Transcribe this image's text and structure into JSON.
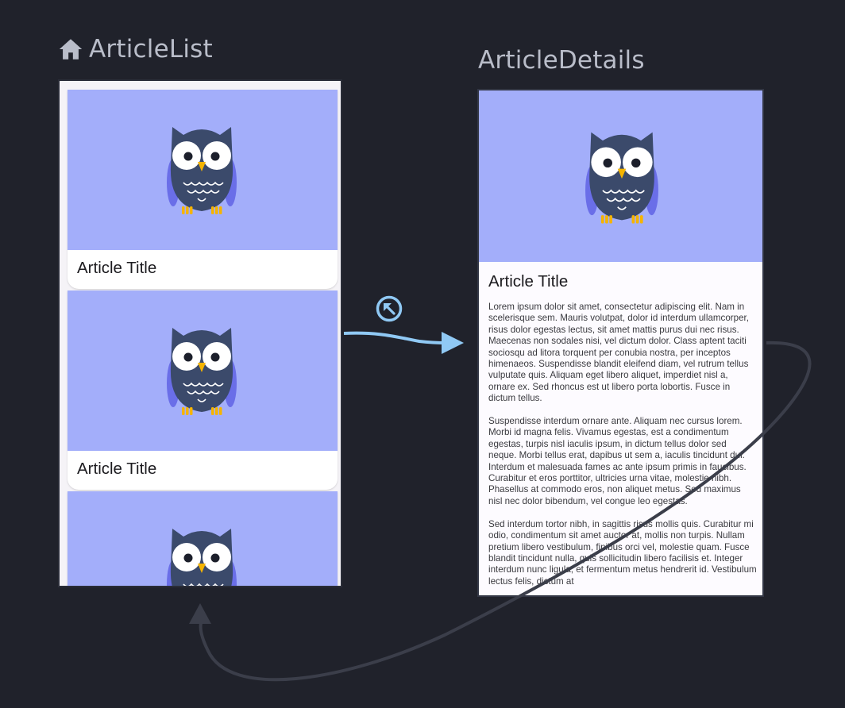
{
  "destinations": {
    "list": {
      "label": "ArticleList"
    },
    "details": {
      "label": "ArticleDetails"
    }
  },
  "article_list": {
    "cards": [
      {
        "title": "Article Title"
      },
      {
        "title": "Article Title"
      },
      {
        "title": ""
      }
    ]
  },
  "article_details": {
    "title": "Article Title",
    "paragraphs": [
      "Lorem ipsum dolor sit amet, consectetur adipiscing elit. Nam in scelerisque sem. Mauris volutpat, dolor id interdum ullamcorper, risus dolor egestas lectus, sit amet mattis purus dui nec risus. Maecenas non sodales nisi, vel dictum dolor. Class aptent taciti sociosqu ad litora torquent per conubia nostra, per inceptos himenaeos. Suspendisse blandit eleifend diam, vel rutrum tellus vulputate quis. Aliquam eget libero aliquet, imperdiet nisl a, ornare ex. Sed rhoncus est ut libero porta lobortis. Fusce in dictum tellus.",
      " Suspendisse interdum ornare ante. Aliquam nec cursus lorem. Morbi id magna felis. Vivamus egestas, est a condimentum egestas, turpis nisl iaculis ipsum, in dictum tellus dolor sed neque. Morbi tellus erat, dapibus ut sem a, iaculis tincidunt dui. Interdum et malesuada fames ac ante ipsum primis in faucibus. Curabitur et eros porttitor, ultricies urna vitae, molestie nibh. Phasellus at commodo eros, non aliquet metus. Sed maximus nisl nec dolor bibendum, vel congue leo egestas.",
      " Sed interdum tortor nibh, in sagittis risus mollis quis. Curabitur mi odio, condimentum sit amet auctor at, mollis non turpis. Nullam pretium libero vestibulum, finibus orci vel, molestie quam. Fusce blandit tincidunt nulla, quis sollicitudin libero facilisis et. Integer interdum nunc ligula, et fermentum metus hendrerit id. Vestibulum lectus felis, dictum at"
    ]
  },
  "colors": {
    "background": "#20222b",
    "hero": "#a3aefa",
    "action_arrow": "#90c9f4",
    "back_arrow": "#3b3e4a",
    "owl_body": "#3b4a6b",
    "owl_wing": "#6a6ee8",
    "owl_beak": "#f5b400"
  },
  "icons": {
    "start_destination": "home-icon",
    "action": "popup-arrow-icon"
  }
}
